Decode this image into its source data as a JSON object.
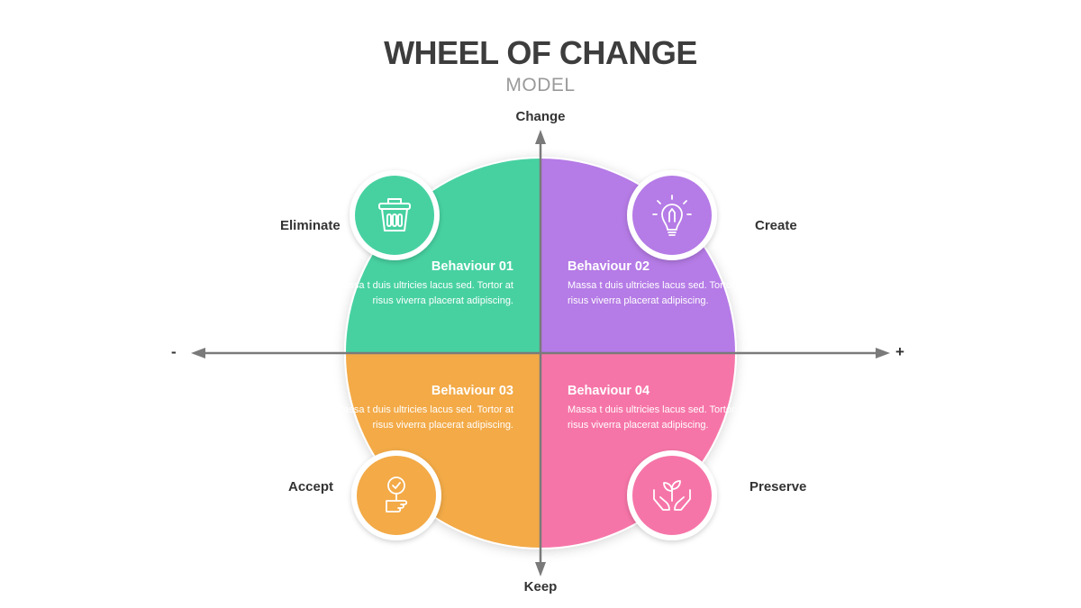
{
  "title": "WHEEL OF CHANGE",
  "subtitle": "MODEL",
  "axes": {
    "top": "Change",
    "bottom": "Keep",
    "left": "-",
    "right": "+"
  },
  "quadrants": [
    {
      "label": "Eliminate",
      "icon": "trash-can-icon",
      "color": "#47D1A1",
      "title": "Behaviour 01",
      "text": "Massa t duis ultricies lacus sed. Tortor at risus viverra placerat adipiscing."
    },
    {
      "label": "Create",
      "icon": "lightbulb-pencil-icon",
      "color": "#B57BE6",
      "title": "Behaviour 02",
      "text": "Massa t duis ultricies lacus sed. Tortor at risus viverra placerat adipiscing."
    },
    {
      "label": "Accept",
      "icon": "hand-check-sign-icon",
      "color": "#F3AA47",
      "title": "Behaviour 03",
      "text": "Massa t duis ultricies lacus sed. Tortor at risus viverra placerat adipiscing."
    },
    {
      "label": "Preserve",
      "icon": "hands-plant-icon",
      "color": "#F675A8",
      "title": "Behaviour 04",
      "text": "Massa t duis ultricies lacus sed. Tortor at risus viverra placerat adipiscing."
    }
  ]
}
